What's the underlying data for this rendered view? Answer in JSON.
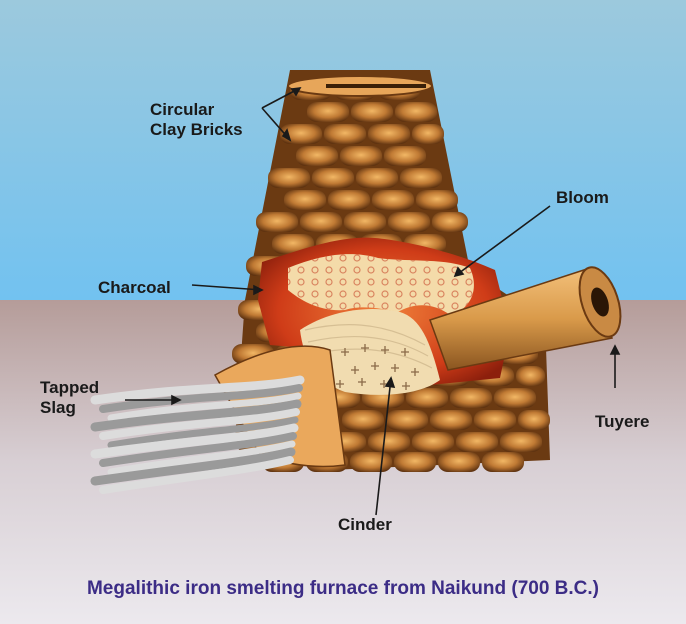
{
  "labels": {
    "clay_bricks": [
      "Circular",
      "Clay Bricks"
    ],
    "bloom": "Bloom",
    "charcoal": "Charcoal",
    "tapped_slag": [
      "Tapped",
      "Slag"
    ],
    "tuyere": "Tuyere",
    "cinder": "Cinder"
  },
  "caption": "Megalithic iron smelting furnace from Naikund (700 B.C.)",
  "colors": {
    "sky_top": "#8fc2dd",
    "sky_bottom": "#7cc4ef",
    "ground_top": "#c0a4a0",
    "ground_bottom": "#e6e2e8",
    "brick": "#b8752e",
    "brick_dark": "#6b3a12",
    "fire": "#c8381a",
    "bloom": "#f3d9a8",
    "caption": "#3c2c86"
  }
}
